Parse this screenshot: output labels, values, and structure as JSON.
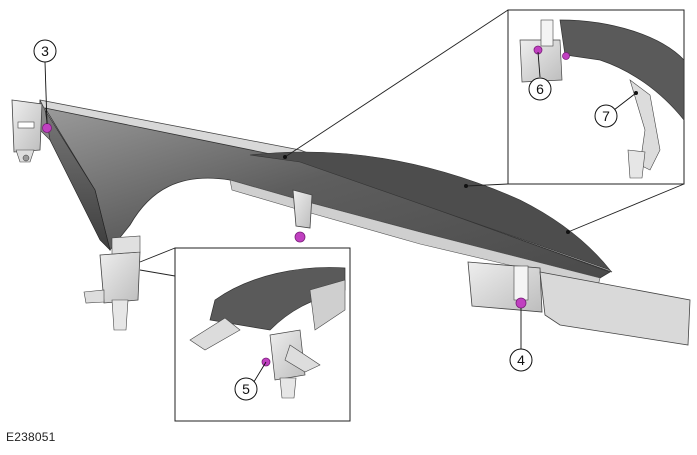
{
  "figure": {
    "id": "E238051",
    "accent_color": "#c040c0",
    "part_color": "#5a5a5a",
    "callouts": [
      "3",
      "4",
      "5",
      "6",
      "7"
    ]
  }
}
